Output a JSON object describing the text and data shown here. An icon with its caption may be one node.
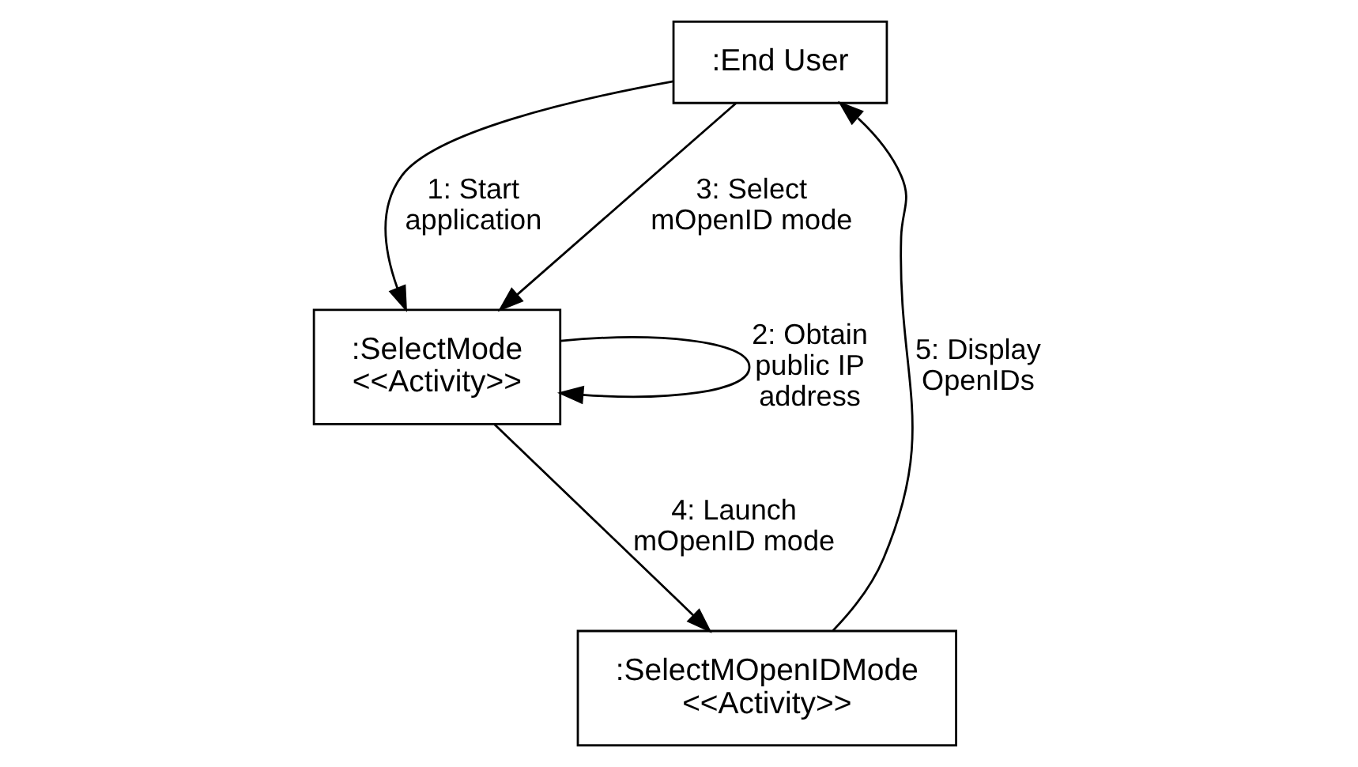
{
  "diagram": {
    "nodes": [
      {
        "text": [
          ":End User"
        ]
      },
      {
        "text": [
          ":SelectMode",
          "<<Activity>>"
        ]
      },
      {
        "text": [
          ":SelectMOpenIDMode",
          "<<Activity>>"
        ]
      }
    ],
    "edges": [
      {
        "from": 0,
        "to": 1,
        "arrow": "to",
        "label": "1: Start application"
      },
      {
        "from": 1,
        "to": 1,
        "arrow": "to",
        "label": "2: Obtain public IP address"
      },
      {
        "from": 0,
        "to": 1,
        "arrow": "to",
        "label": "3: Select mOpenID mode"
      },
      {
        "from": 1,
        "to": 2,
        "arrow": "to",
        "label": "4: Launch mOpenID mode"
      },
      {
        "from": 2,
        "to": 0,
        "arrow": "to",
        "label": "5: Display OpenIDs"
      }
    ]
  }
}
